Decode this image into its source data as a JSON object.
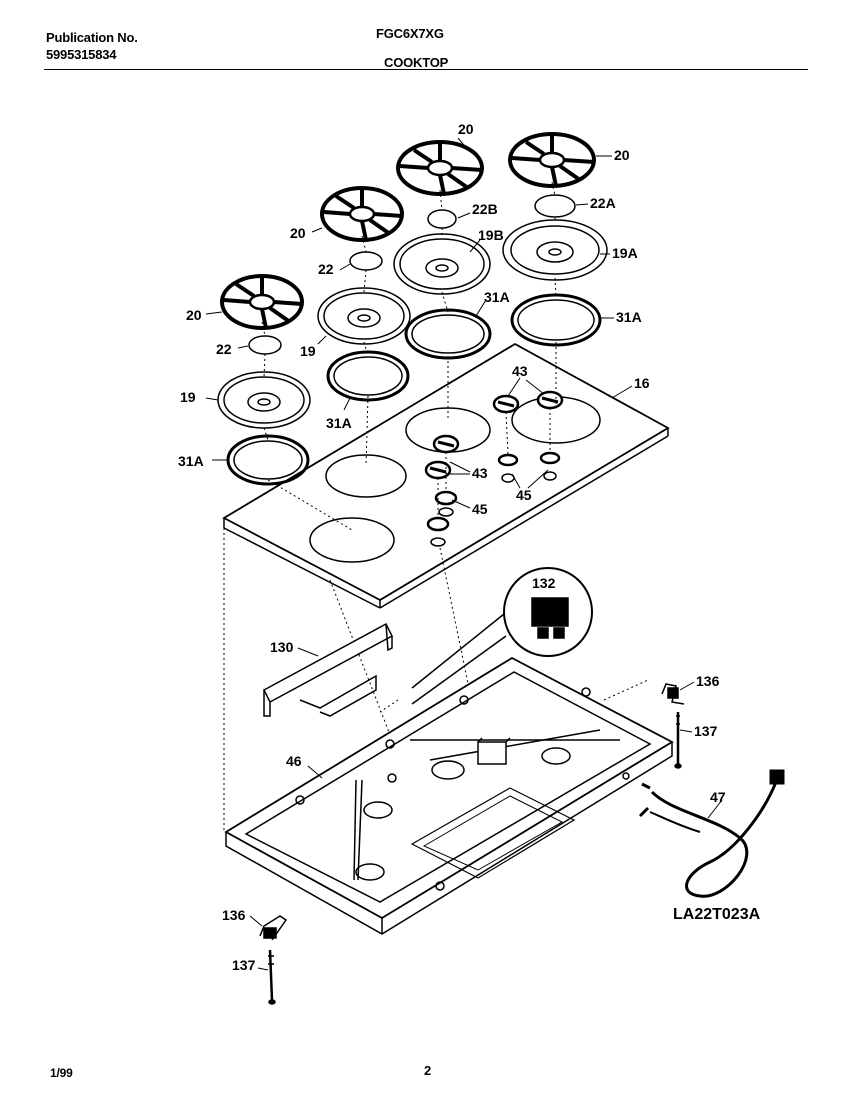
{
  "header": {
    "publication_label": "Publication No.",
    "publication_number": "5995315834",
    "model": "FGC6X7XG",
    "section": "COOKTOP"
  },
  "figure_id": "LA22T023A",
  "footer": {
    "date": "1/99",
    "page": "2"
  },
  "callouts": {
    "grate_20a": "20",
    "grate_20b": "20",
    "grate_20c": "20",
    "grate_20d": "20",
    "cap_22b": "22B",
    "cap_22a": "22A",
    "cap_22_1": "22",
    "cap_22_2": "22",
    "head_19b": "19B",
    "head_19a": "19A",
    "head_19_1": "19",
    "head_19_2": "19",
    "ring_31a_1": "31A",
    "ring_31a_2": "31A",
    "ring_31a_3": "31A",
    "ring_31a_4": "31A",
    "cooktop_16": "16",
    "knob_43_1": "43",
    "knob_43_2": "43",
    "seal_45_1": "45",
    "seal_45_2": "45",
    "module_132": "132",
    "bracket_130": "130",
    "clip_136_1": "136",
    "clip_136_2": "136",
    "screw_137_1": "137",
    "screw_137_2": "137",
    "pan_46": "46",
    "cord_47": "47"
  }
}
